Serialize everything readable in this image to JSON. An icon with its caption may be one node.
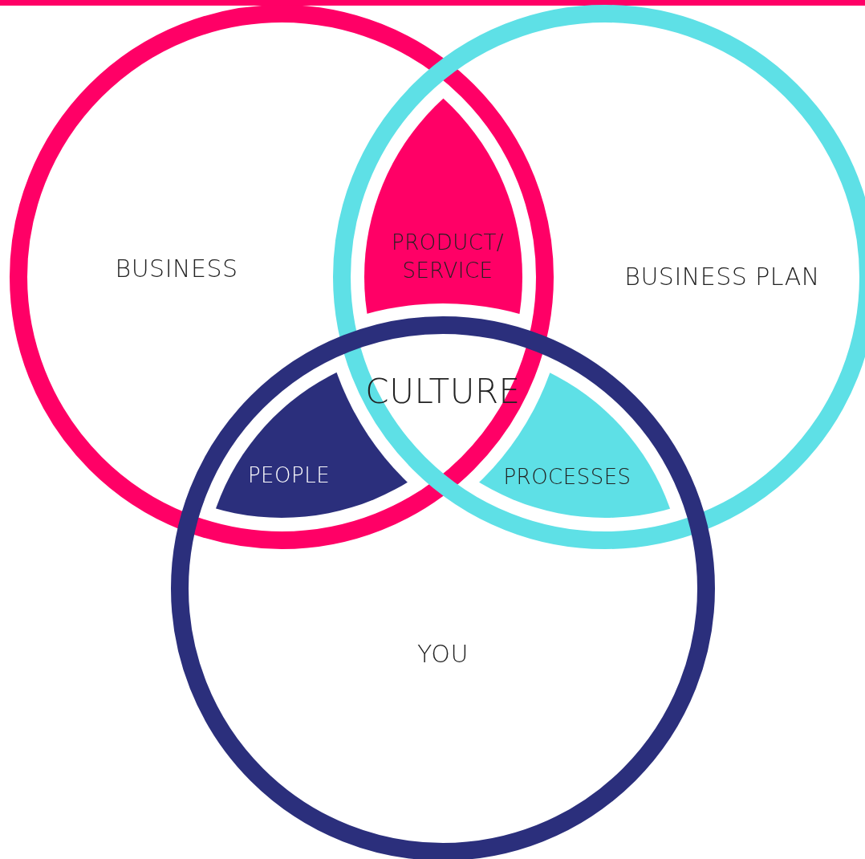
{
  "diagram": {
    "nodes": [
      {
        "text": [
          "BUSINESS"
        ]
      },
      {
        "text": [
          "BUSINESS PLAN"
        ]
      },
      {
        "text": [
          "YOU"
        ]
      },
      {
        "text": [
          "PRODUCT/ SERVICE"
        ]
      },
      {
        "text": [
          "PEOPLE"
        ]
      },
      {
        "text": [
          "PROCESSES"
        ]
      }
    ],
    "labels": [
      "CULTURE"
    ]
  }
}
